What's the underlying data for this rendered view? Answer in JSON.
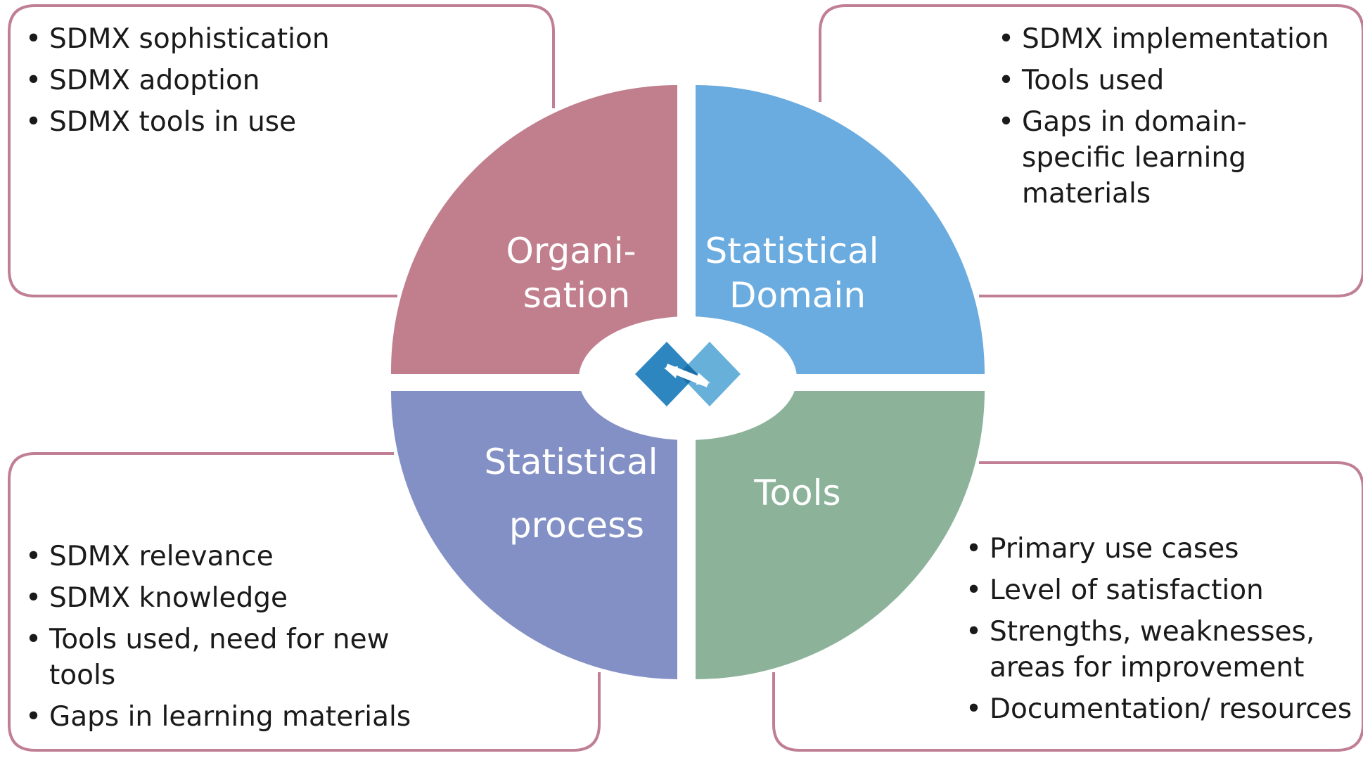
{
  "quadrants": {
    "top_left": {
      "lines": [
        "Organi-",
        "sation"
      ],
      "color": "#c17f8e"
    },
    "top_right": {
      "lines": [
        "Statistical",
        "Domain"
      ],
      "color": "#6aace0"
    },
    "bottom_left": {
      "lines": [
        "Statistical",
        "process"
      ],
      "color": "#8290c5"
    },
    "bottom_right": {
      "lines": [
        "Tools"
      ],
      "color": "#8cb39a"
    }
  },
  "boxes": {
    "top_left": [
      "SDMX sophistication",
      "SDMX adoption",
      "SDMX tools in use"
    ],
    "top_right": [
      "SDMX implementation",
      "Tools used",
      "Gaps in domain-specific learning materials"
    ],
    "bottom_left": [
      "SDMX relevance",
      "SDMX knowledge",
      "Tools used, need for new tools",
      "Gaps in learning materials"
    ],
    "bottom_right": [
      "Primary use cases",
      "Level of satisfaction",
      "Strengths, weaknesses, areas for improvement",
      "Documentation/ resources"
    ]
  },
  "colors": {
    "box_border": "#c07f94",
    "logo_dark": "#2e86c1",
    "logo_light": "#5aa9d6"
  },
  "center_logo": {
    "icon": "sdmx-logo-icon"
  }
}
